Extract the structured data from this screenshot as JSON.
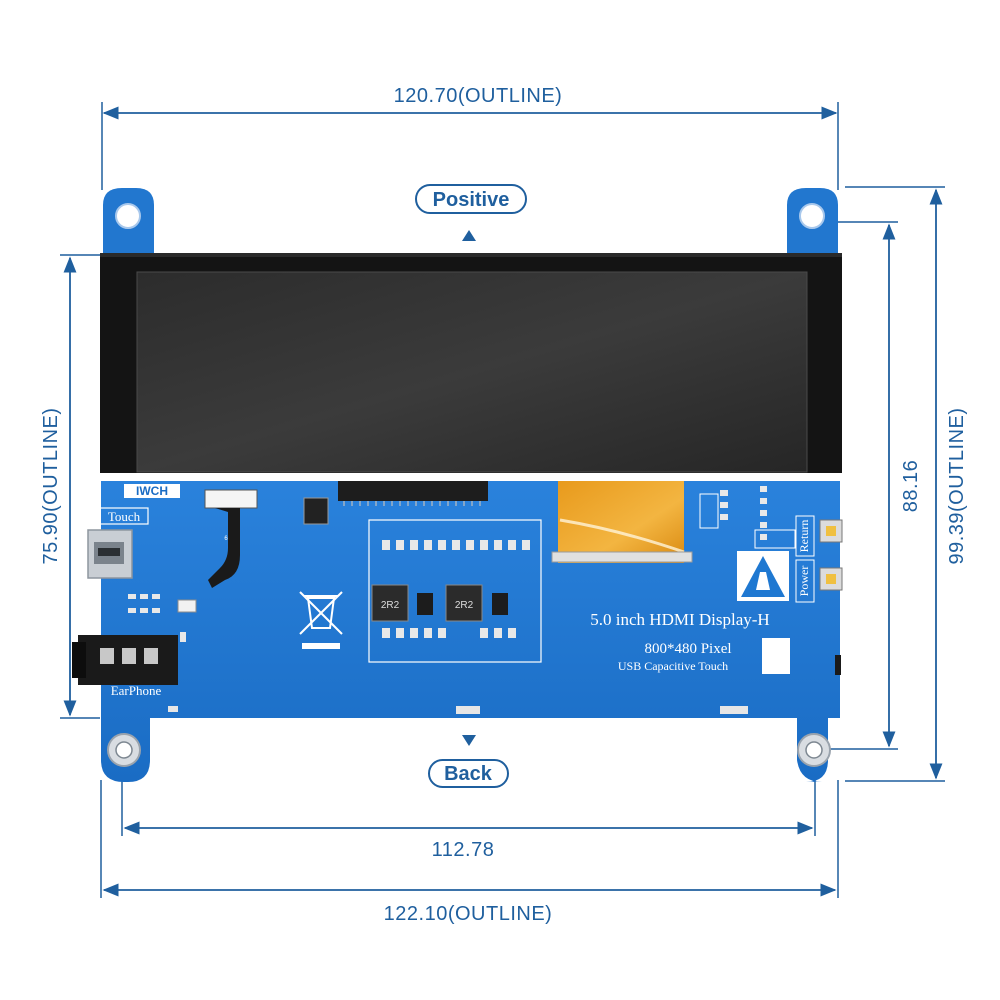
{
  "dimensions": {
    "top_width": "120.70(OUTLINE)",
    "bottom_width": "122.10(OUTLINE)",
    "hole_spacing_horizontal": "112.78",
    "left_height": "75.90(OUTLINE)",
    "right_inner_height": "88.16",
    "right_outer_height": "99.39(OUTLINE)"
  },
  "labels": {
    "front": "Positive",
    "back": "Back"
  },
  "board": {
    "title": "5.0 inch HDMI Display-H",
    "resolution": "800*480 Pixel",
    "touch_type": "USB Capacitive Touch",
    "touch_port": "Touch",
    "earphone": "EarPhone",
    "power_button": "Power",
    "return_button": "Return",
    "inductor_1": "2R2",
    "inductor_2": "2R2",
    "brand": "IWCH"
  },
  "colors": {
    "dimension_line": "#1f5f9e",
    "pcb_blue": "#1f78d1",
    "bezel": "#151515"
  }
}
